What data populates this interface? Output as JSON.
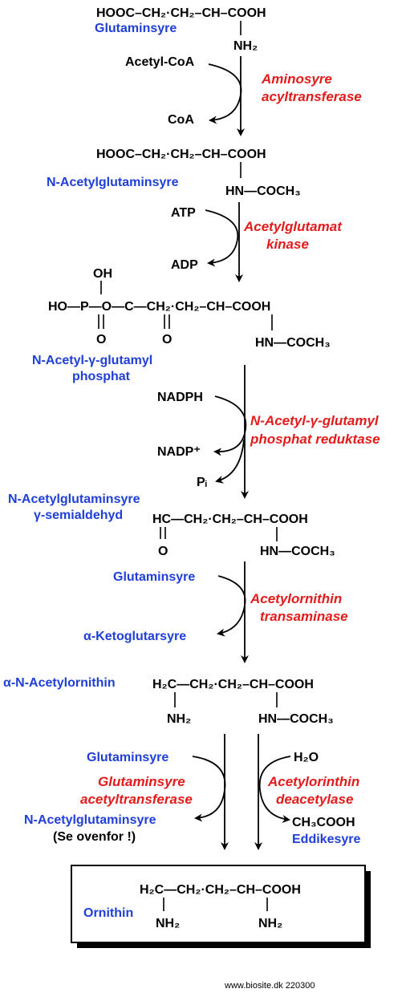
{
  "steps": [
    {
      "compound_name": "Glutaminsyre",
      "formula": {
        "line1": "HOOC–CH₂·CH₂–CH–COOH",
        "line2": "NH₂"
      },
      "cosubstrate_in": "Acetyl-CoA",
      "cosubstrate_out": "CoA",
      "enzyme": [
        "Aminosyre",
        "acyltransferase"
      ]
    },
    {
      "compound_name": "N-Acetylglutaminsyre",
      "formula": {
        "line1": "HOOC–CH₂·CH₂–CH–COOH",
        "line2": "HN—COCH₃"
      },
      "cosubstrate_in": "ATP",
      "cosubstrate_out": "ADP",
      "enzyme": [
        "Acetylglutamat",
        "kinase"
      ]
    },
    {
      "compound_name": [
        "N-Acetyl-γ-glutamyl",
        "phosphat"
      ],
      "formula": {
        "top": "OH",
        "line1": "HO—P—O—C—CH₂·CH₂–CH–COOH",
        "line2_left": "O",
        "line2_mid": "O",
        "line2_right": "HN—COCH₃"
      },
      "cosubstrate_in": "NADPH",
      "cosubstrate_out": "NADP⁺",
      "cosubstrate_out2": "Pᵢ",
      "enzyme": [
        "N-Acetyl-γ-glutamyl",
        "phosphat reduktase"
      ]
    },
    {
      "compound_name": [
        "N-Acetylglutaminsyre",
        "γ-semialdehyd"
      ],
      "formula": {
        "line1": "HC—CH₂·CH₂–CH–COOH",
        "line2_left": "O",
        "line2_right": "HN—COCH₃"
      },
      "cosubstrate_in": "Glutaminsyre",
      "cosubstrate_out": "α-Ketoglutarsyre",
      "enzyme": [
        "Acetylornithin",
        "transaminase"
      ]
    },
    {
      "compound_name": "α-N-Acetylornithin",
      "formula": {
        "line1": "H₂C—CH₂·CH₂–CH–COOH",
        "line2_left": "NH₂",
        "line2_right": "HN—COCH₃"
      },
      "branch_left": {
        "cosubstrate_in": "Glutaminsyre",
        "cosubstrate_out": "N-Acetylglutaminsyre",
        "note": "(Se ovenfor !)",
        "enzyme": [
          "Glutaminsyre",
          "acetyltransferase"
        ]
      },
      "branch_right": {
        "cosubstrate_in": "H₂O",
        "cosubstrate_out": "CH₃COOH",
        "cosubstrate_out_name": "Eddikesyre",
        "enzyme": [
          "Acetylorinthin",
          "deacetylase"
        ]
      }
    }
  ],
  "product": {
    "compound_name": "Ornithin",
    "formula": {
      "line1": "H₂C—CH₂·CH₂–CH–COOH",
      "line2_left": "NH₂",
      "line2_right": "NH₂"
    }
  },
  "footer": "www.biosite.dk 220300",
  "colors": {
    "compound_name": "#1f3fd8",
    "enzyme": "#e41b1b",
    "text": "#000000",
    "box_shadow": "#000000"
  }
}
